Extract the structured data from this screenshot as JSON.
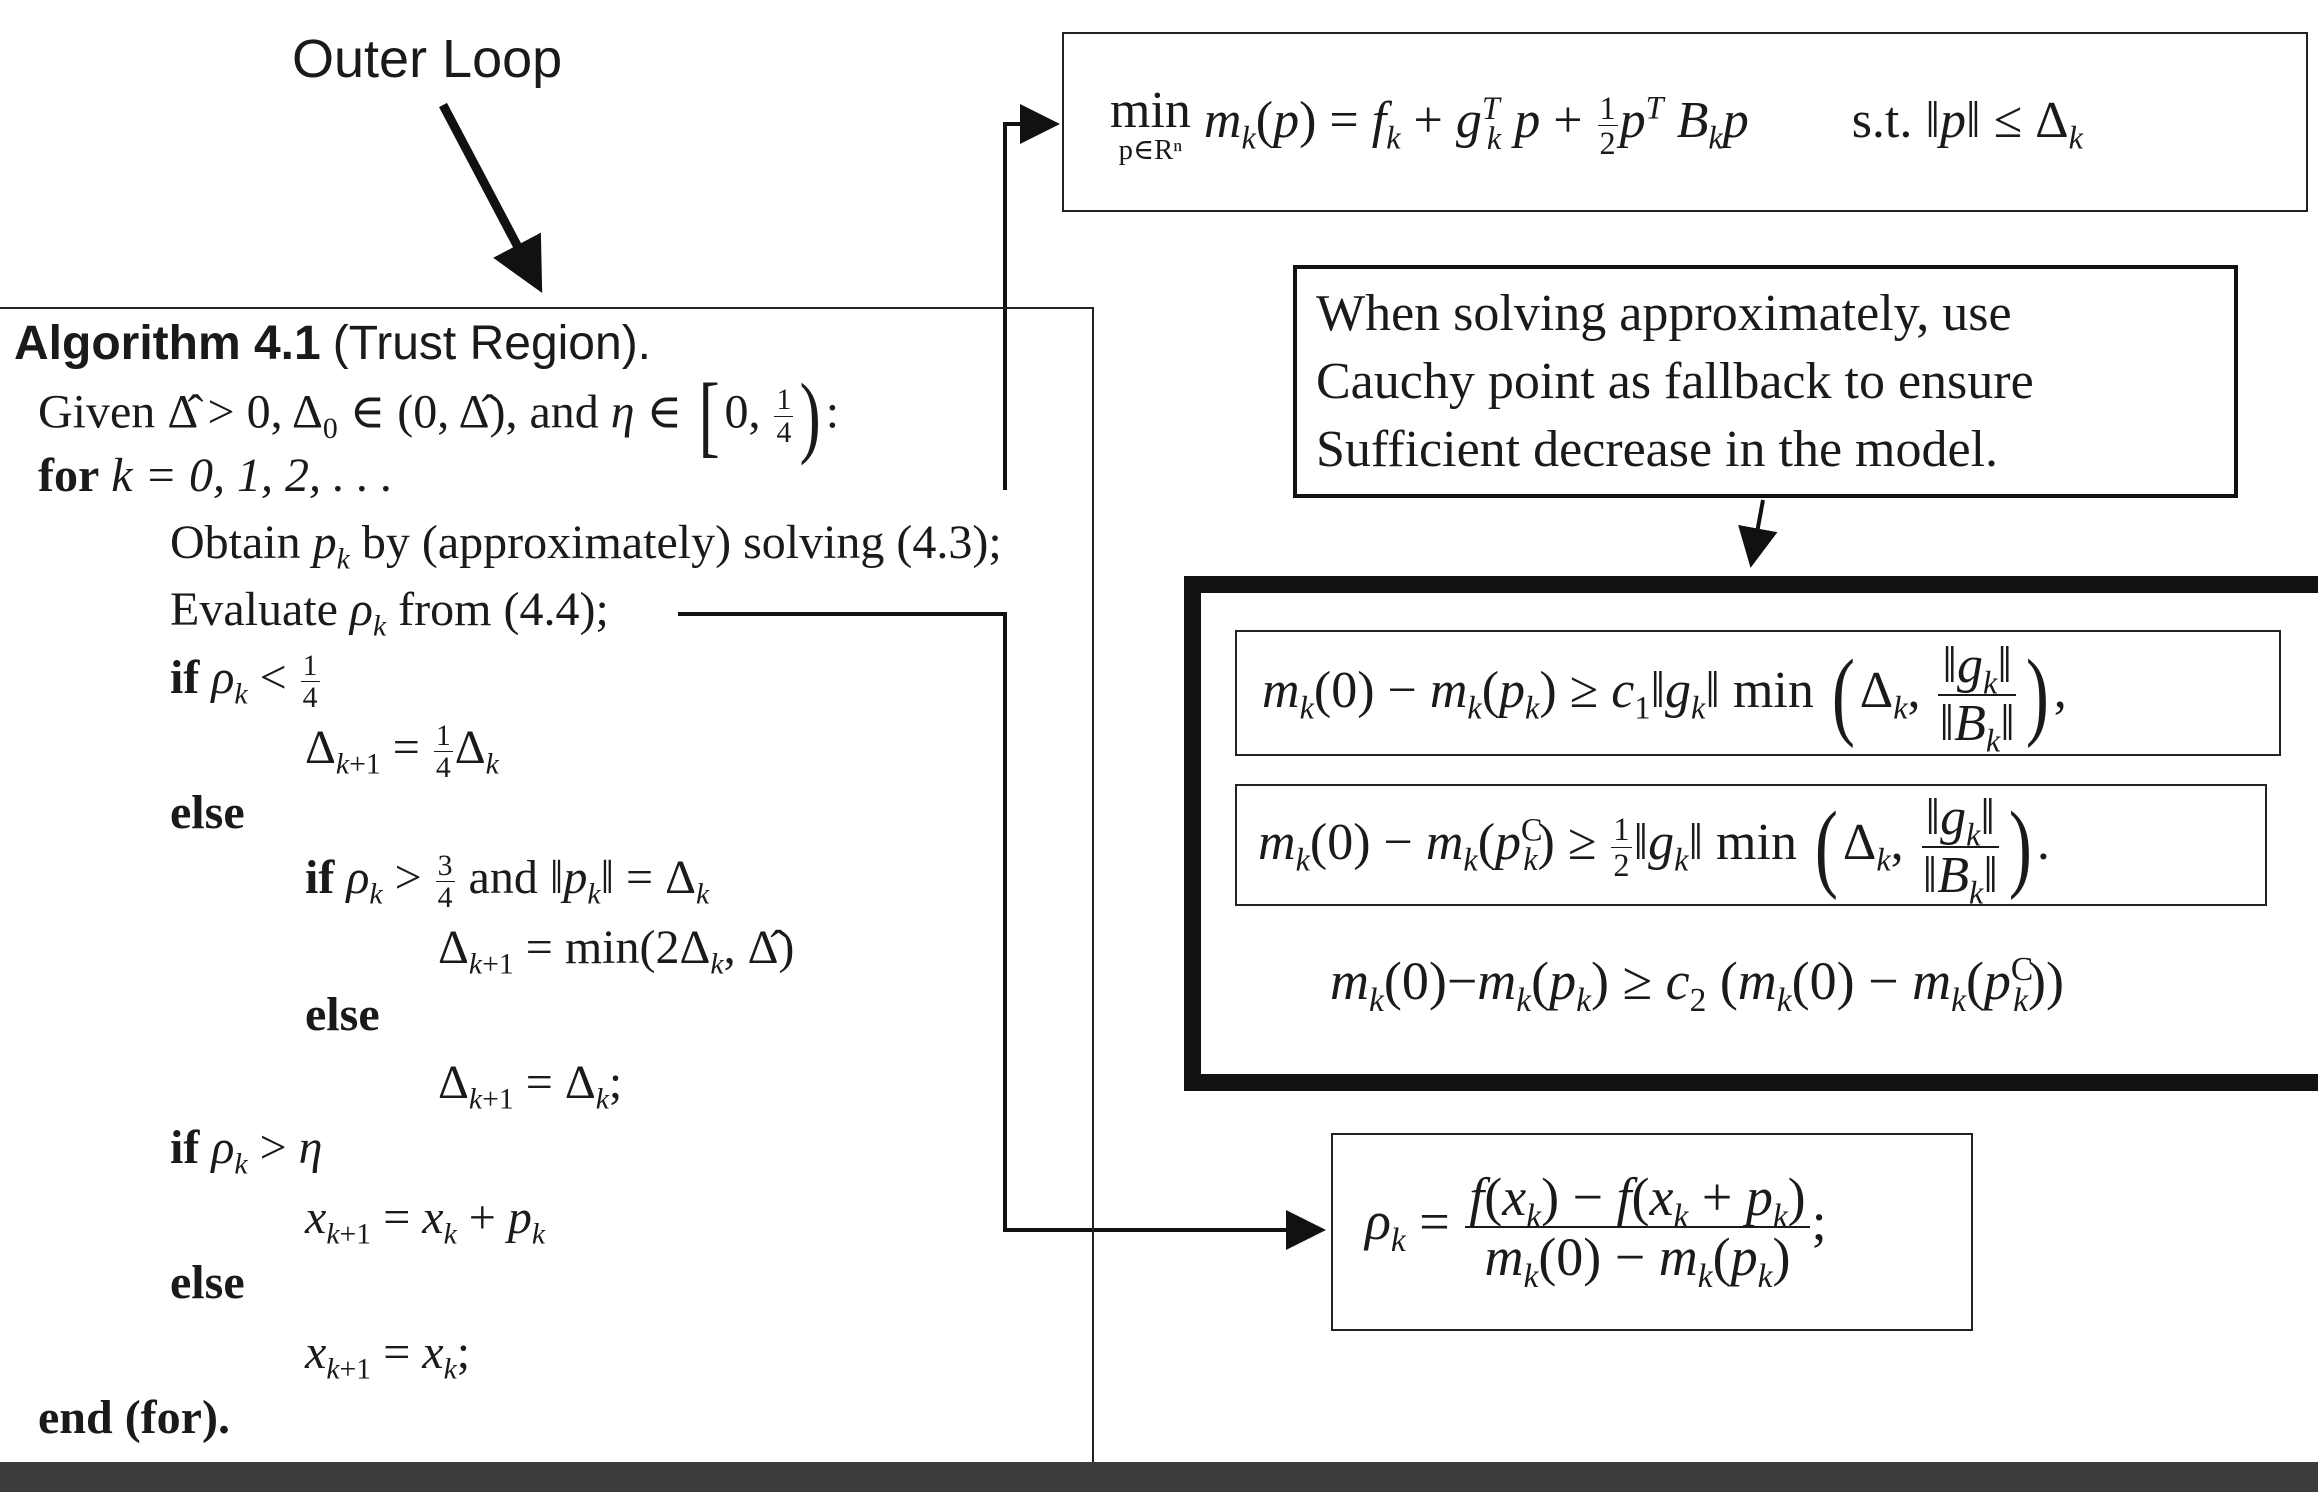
{
  "outer_loop_label": "Outer Loop",
  "algorithm": {
    "title": "Algorithm 4.1",
    "subtitle": "(Trust Region).",
    "lines": {
      "given_prefix": "Given",
      "given_cond1": "Δ̂ > 0,",
      "given_cond2": "Δ",
      "given_cond2b": "∈ (0, Δ̂), and",
      "given_cond3": "η ∈",
      "for_kw": "for",
      "for_rest": "k = 0, 1, 2, . . .",
      "obtain": "Obtain",
      "obtain_rest": "by (approximately) solving (4.3);",
      "evaluate": "Evaluate",
      "evaluate_rest": "from (4.4);",
      "if_kw": "if",
      "else_kw": "else",
      "and_kw": "and",
      "end_for": "end (for)."
    }
  },
  "subproblem": {
    "min_label": "min",
    "min_sub": "p∈Rⁿ",
    "st_label": "s.t."
  },
  "note": {
    "line1": "When solving approximately, use",
    "line2": "Cauchy point as fallback to ensure",
    "line3": "Sufficient decrease in the model."
  },
  "conditions": {
    "min_word": "min"
  },
  "colors": {
    "line": "#111111",
    "text": "#1a1a1a",
    "footer": "#3c3c3c"
  }
}
